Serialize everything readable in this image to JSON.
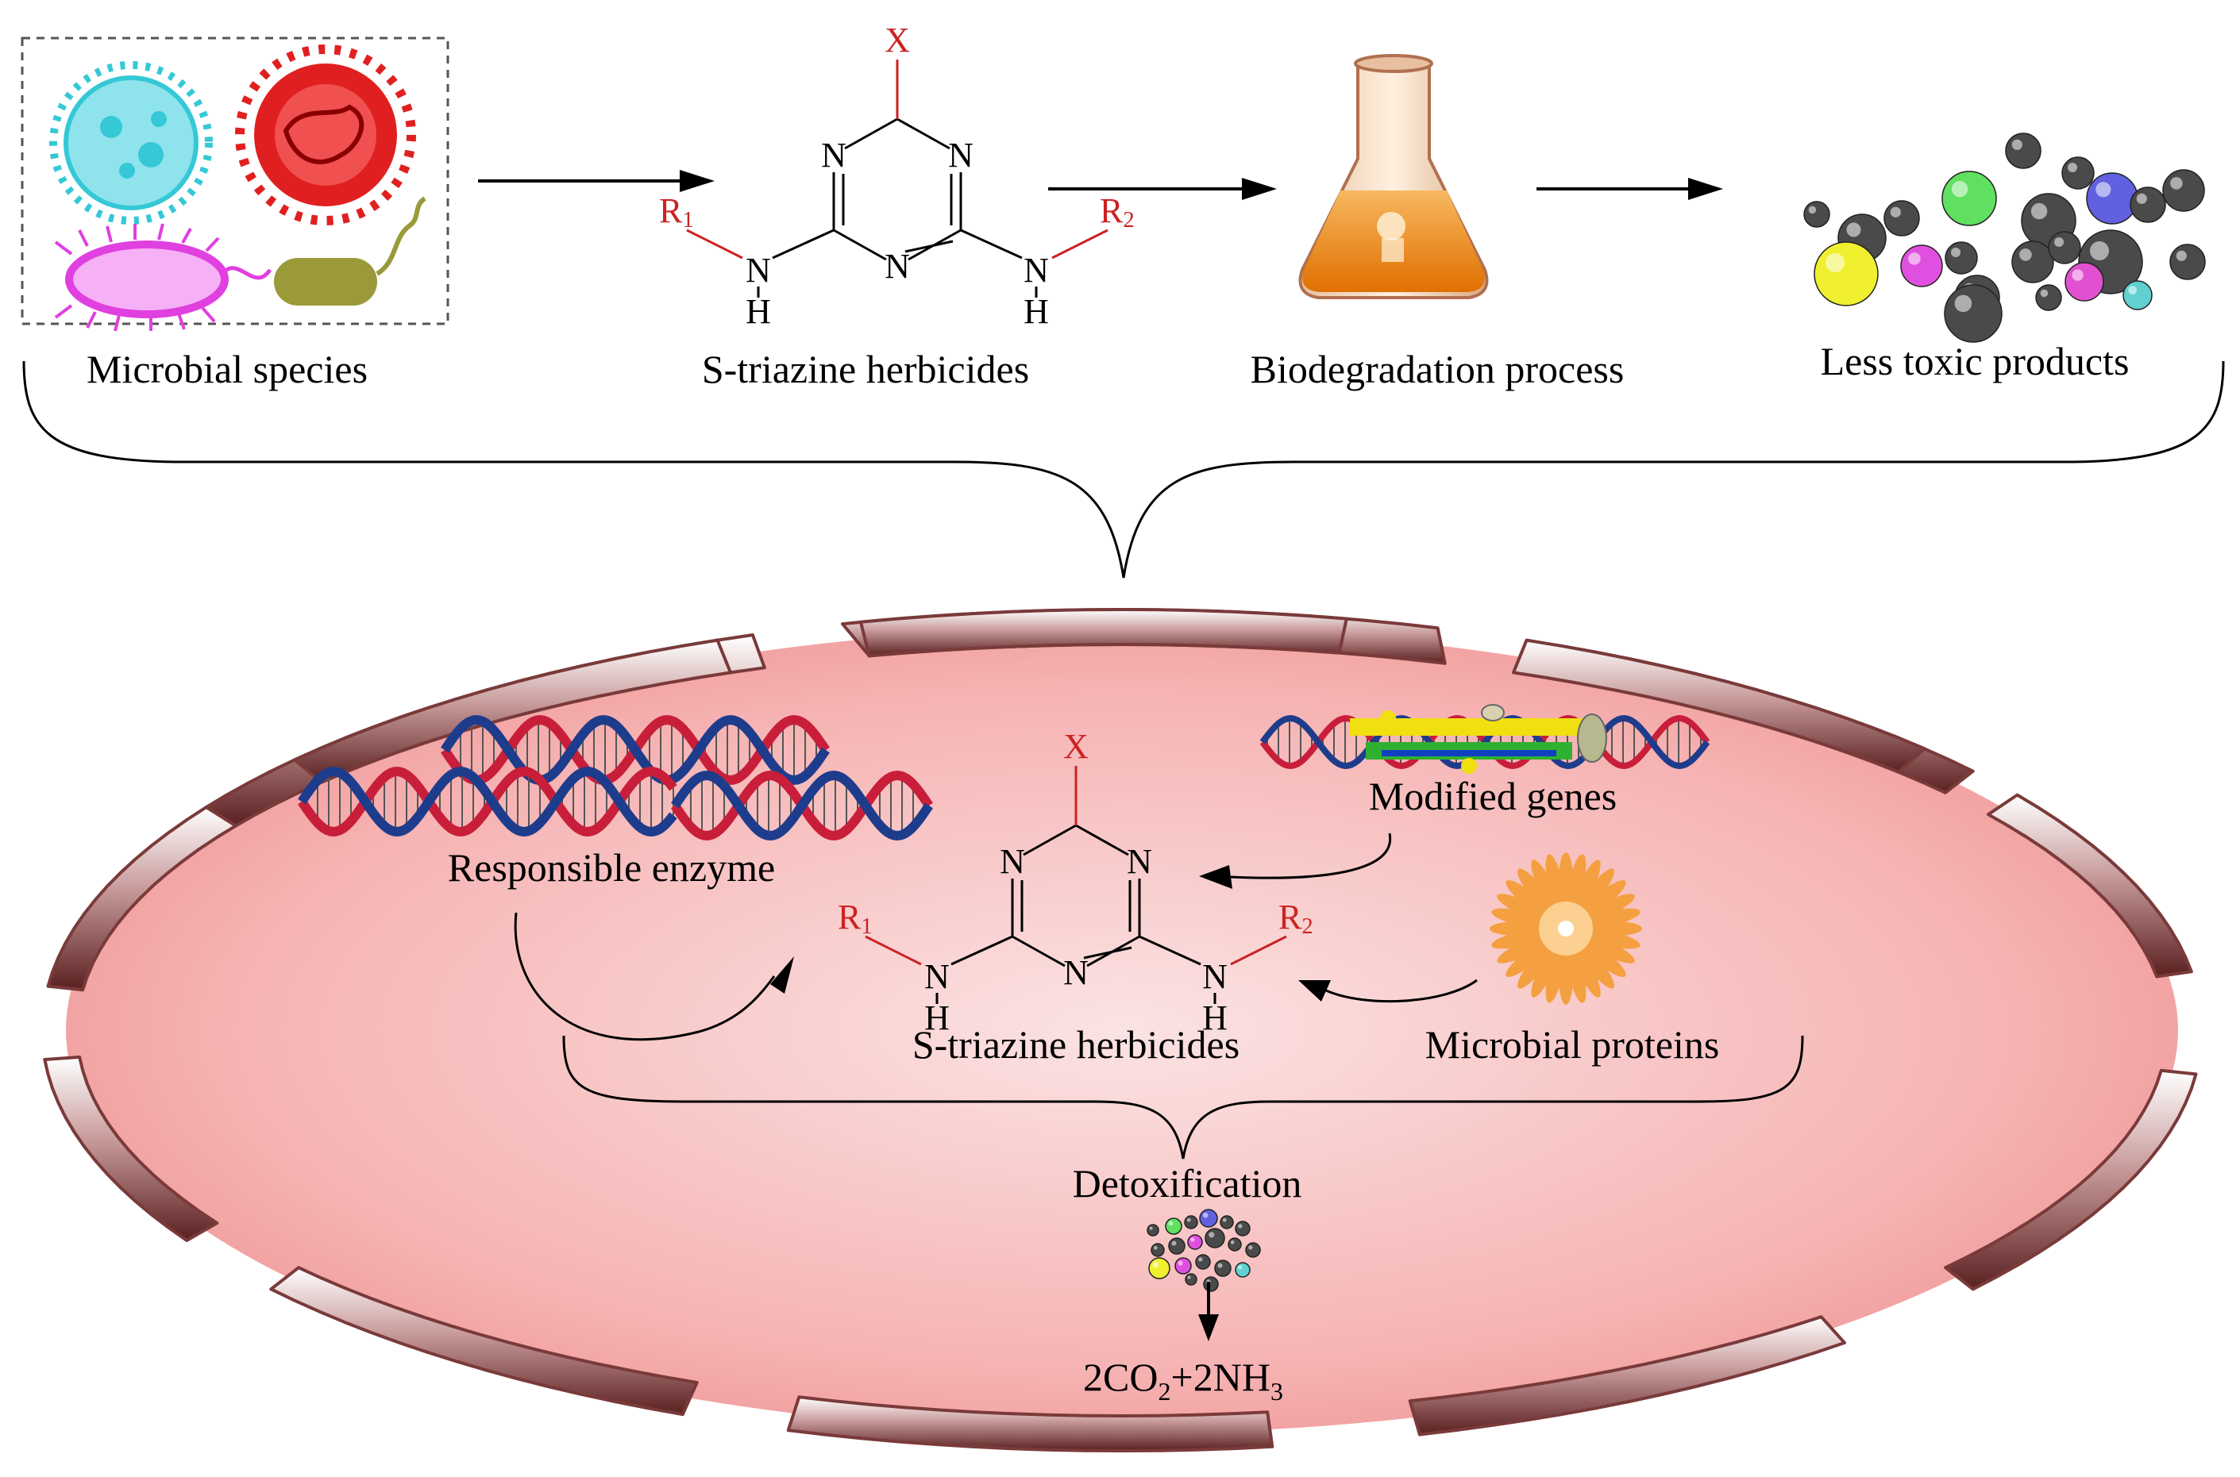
{
  "top_row": {
    "microbial_label": "Microbial species",
    "triazine_label": "S-triazine herbicides",
    "biodegradation_label": "Biodegradation process",
    "products_label": "Less toxic products"
  },
  "molecule": {
    "x": "X",
    "n": "N",
    "h": "H",
    "r1_main": "R",
    "r1_sub": "1",
    "r2_main": "R",
    "r2_sub": "2"
  },
  "cell": {
    "enzyme_label": "Responsible enzyme",
    "genes_label": "Modified genes",
    "proteins_label": "Microbial proteins",
    "triazine_label": "S-triazine herbicides",
    "detox_label": "Detoxification",
    "final_product": {
      "part1": "2CO",
      "sub1": "2",
      "part2": "+2NH",
      "sub2": "3"
    }
  },
  "colors": {
    "cell_fill": "#f4a6a6",
    "cell_wall": "#7a3a3a",
    "bond_black": "#000000",
    "substituent_red": "#cc2222",
    "virus_cyan": "#35c8d6",
    "virus_red": "#e02020",
    "bacterium_magenta": "#e040e0",
    "bacterium_olive": "#9a9a3a",
    "flask_liquid": "#f08a10",
    "protein_orange": "#f4a040",
    "dna_red": "#c81e3a",
    "dna_blue": "#1e3c8c"
  }
}
